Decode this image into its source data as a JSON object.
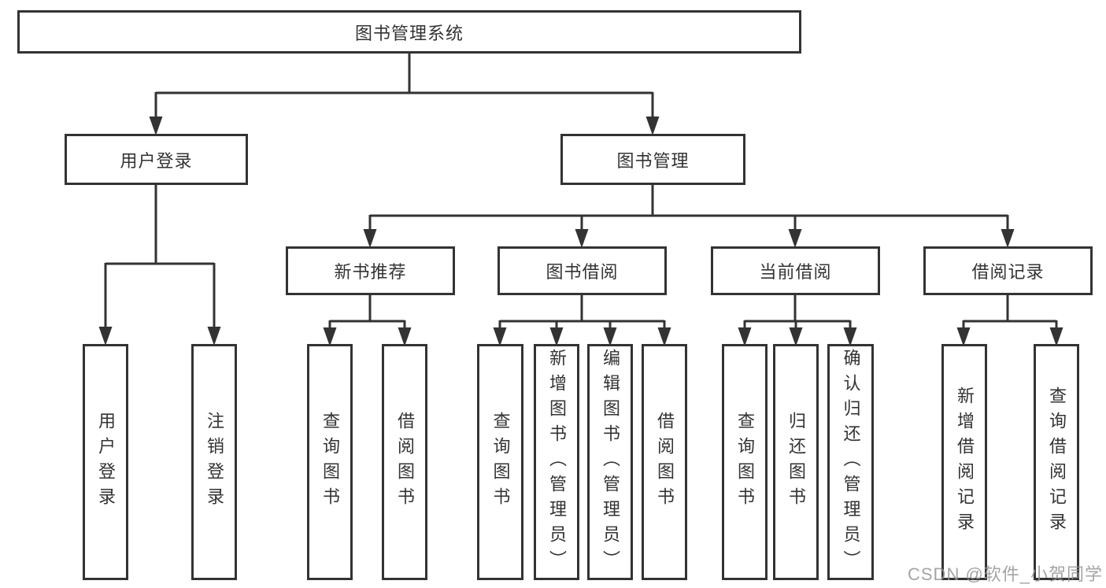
{
  "title": "图书管理系统",
  "watermark": "CSDN @软件_小贺同学",
  "colors": {
    "line": "#333333",
    "box_border": "#333333",
    "text": "#333333",
    "background": "#ffffff",
    "watermark": "#949494"
  },
  "nodes": {
    "root": {
      "label": "图书管理系统"
    },
    "level2": [
      {
        "label": "用户登录"
      },
      {
        "label": "图书管理"
      }
    ],
    "level3": [
      {
        "label": "新书推荐",
        "parent": "图书管理"
      },
      {
        "label": "图书借阅",
        "parent": "图书管理"
      },
      {
        "label": "当前借阅",
        "parent": "图书管理"
      },
      {
        "label": "借阅记录",
        "parent": "图书管理"
      }
    ],
    "leaves": [
      {
        "label": "用户登录",
        "parent": "用户登录"
      },
      {
        "label": "注销登录",
        "parent": "用户登录"
      },
      {
        "label": "查询图书",
        "parent": "新书推荐"
      },
      {
        "label": "借阅图书",
        "parent": "新书推荐"
      },
      {
        "label": "查询图书",
        "parent": "图书借阅"
      },
      {
        "label": "新增图书（管理员）",
        "parent": "图书借阅"
      },
      {
        "label": "编辑图书（管理员）",
        "parent": "图书借阅"
      },
      {
        "label": "借阅图书",
        "parent": "图书借阅"
      },
      {
        "label": "查询图书",
        "parent": "当前借阅"
      },
      {
        "label": "归还图书",
        "parent": "当前借阅"
      },
      {
        "label": "确认归还（管理员）",
        "parent": "当前借阅"
      },
      {
        "label": "新增借阅记录",
        "parent": "借阅记录"
      },
      {
        "label": "查询借阅记录",
        "parent": "借阅记录"
      }
    ]
  }
}
